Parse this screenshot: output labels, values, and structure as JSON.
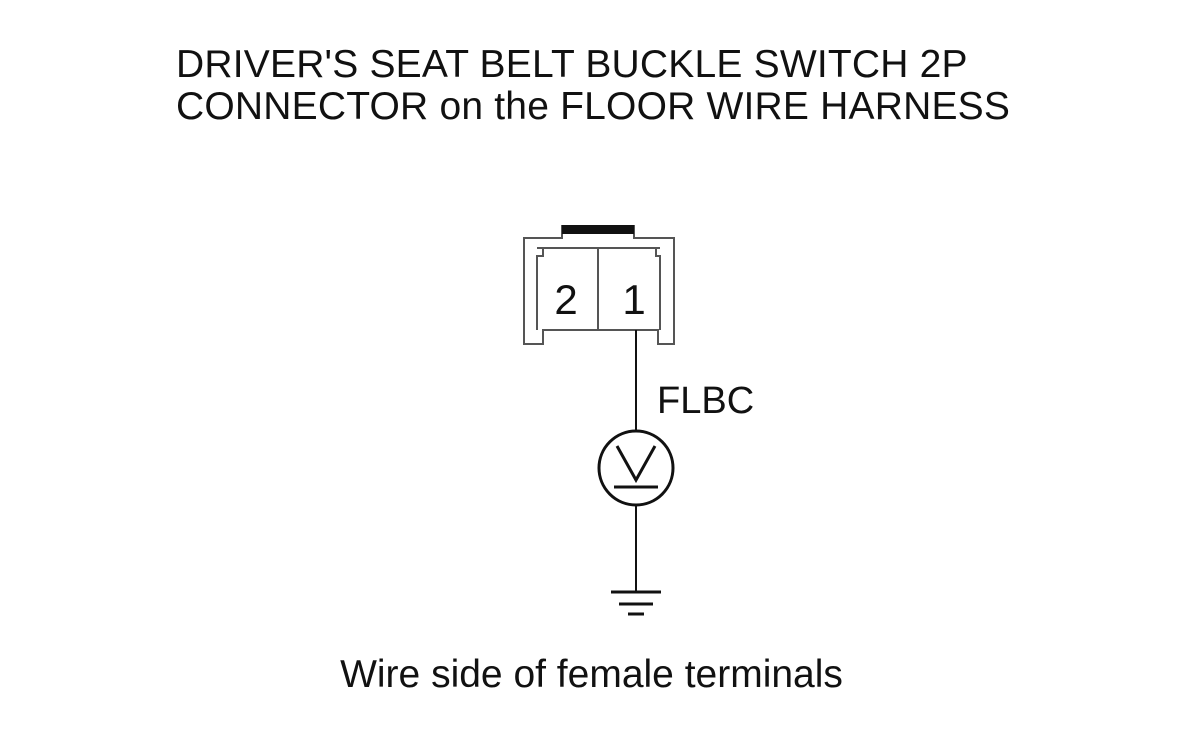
{
  "title": {
    "line1": "DRIVER'S SEAT BELT BUCKLE SWITCH 2P",
    "line2": "CONNECTOR on the FLOOR WIRE HARNESS"
  },
  "connector": {
    "terminals": [
      {
        "number": "2"
      },
      {
        "number": "1"
      }
    ]
  },
  "wire": {
    "label": "FLBC"
  },
  "meter": {
    "symbol": "V",
    "icon": "voltmeter-icon"
  },
  "ground": {
    "icon": "ground-icon"
  },
  "caption": "Wire side of female terminals",
  "colors": {
    "ink": "#111111",
    "background": "#ffffff",
    "outline": "#555555"
  }
}
